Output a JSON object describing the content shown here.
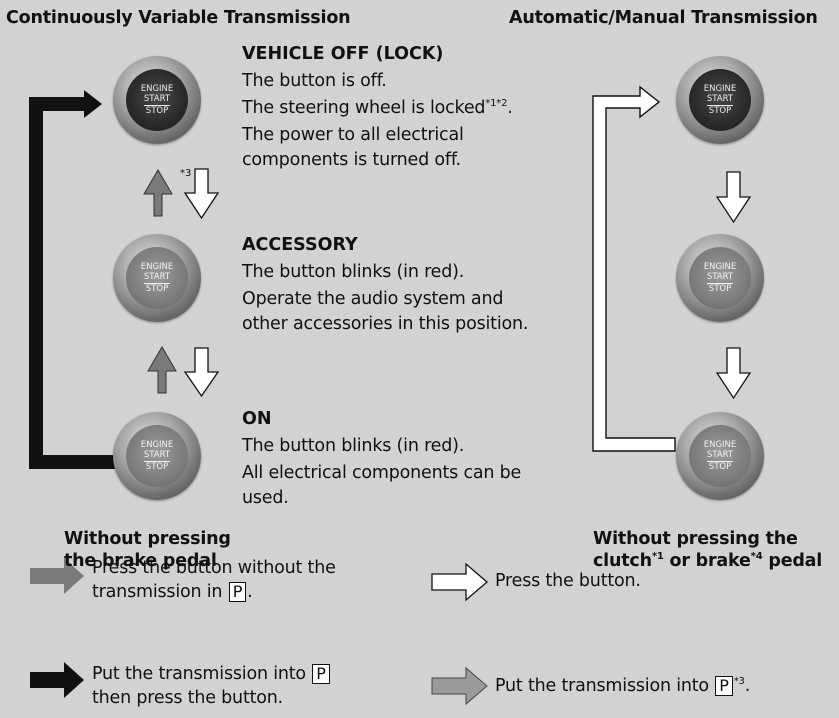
{
  "headers": {
    "left": "Continuously Variable Transmission",
    "right": "Automatic/Manual Transmission"
  },
  "buttons": {
    "engine": "ENGINE",
    "start": "START",
    "stop": "STOP"
  },
  "states": [
    {
      "title": "VEHICLE OFF (LOCK)",
      "lines": [
        "The button is off.",
        "The steering wheel is locked",
        "The power to all electrical",
        "components is turned off."
      ],
      "footnote": "*1*2",
      "period": "."
    },
    {
      "title": "ACCESSORY",
      "lines": [
        "The button blinks (in red).",
        "Operate the audio system and",
        "other accessories in this position."
      ]
    },
    {
      "title": "ON",
      "lines": [
        "The button blinks (in red).",
        "All electrical components can be",
        "used."
      ]
    }
  ],
  "note_star3": "*3",
  "captions": {
    "left": [
      "Without pressing",
      "the brake pedal"
    ],
    "right_line1": "Without pressing the",
    "right_line2_a": "clutch",
    "right_line2_sup1": "*1",
    "right_line2_b": " or brake",
    "right_line2_sup2": "*4",
    "right_line2_c": " pedal"
  },
  "legend": {
    "gray": {
      "text_a": "Press the button without the",
      "text_b": "transmission in",
      "p": "P",
      "end": "."
    },
    "white": {
      "text": "Press the button."
    },
    "black": {
      "text_a": "Put the transmission into",
      "p": "P",
      "text_b": "then press the button."
    },
    "gray_right": {
      "text": "Put the transmission into",
      "p": "P",
      "sup": "*3",
      "end": "."
    }
  },
  "colors": {
    "background": "#d2d2d2",
    "black_arrow": "#111111",
    "gray_arrow": "#7a7a7a",
    "white_arrow": "#ffffff"
  }
}
